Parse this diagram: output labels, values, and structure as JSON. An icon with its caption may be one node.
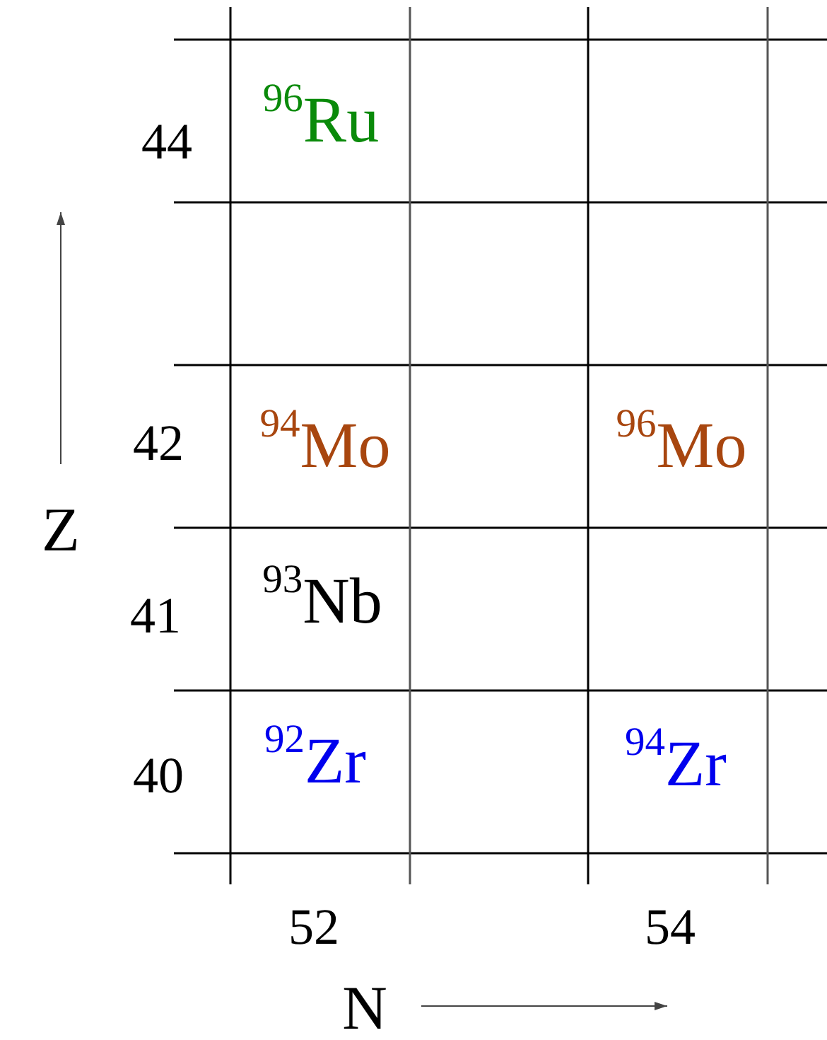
{
  "diagram": {
    "labels": [
      "44",
      "$^{96}$Ru",
      "42",
      "$^{94}$Mo",
      "$^{96}$Mo",
      "Z",
      "41",
      "$^{93}$Nb",
      "40",
      "$^{92}$Zr",
      "$^{94}$Zr",
      "52",
      "54",
      "N"
    ]
  }
}
